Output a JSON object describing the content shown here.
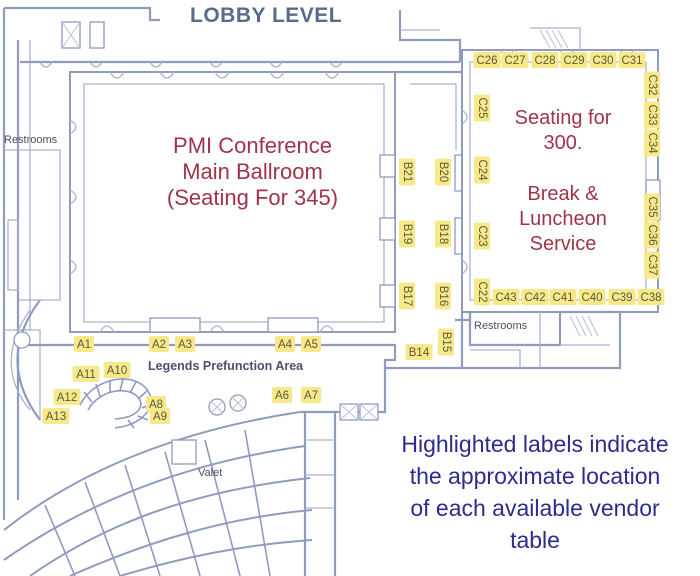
{
  "title": "LOBBY LEVEL",
  "rooms": {
    "ballroom": [
      "PMI Conference",
      "Main Ballroom",
      "(Seating For 345)"
    ],
    "seating_300": [
      "Seating for",
      "300."
    ],
    "break_service": [
      "Break &",
      "Luncheon",
      "Service"
    ],
    "restrooms_left": "Restrooms",
    "restrooms_right": "Restrooms",
    "legends_area": "Legends Prefunction Area",
    "valet": "Valet"
  },
  "note": [
    "Highlighted labels indicate",
    "the approximate location",
    "of each available vendor",
    "table"
  ],
  "highlight_color": "#f7e98a",
  "tables_horizontal": [
    "C26",
    "C27",
    "C28",
    "C29",
    "C30",
    "C31",
    "C43",
    "C42",
    "C41",
    "C40",
    "C39",
    "C38",
    "A1",
    "A2",
    "A3",
    "A4",
    "A5",
    "A6",
    "A7",
    "A8",
    "A9",
    "A10",
    "A11",
    "A12",
    "A13",
    "B14"
  ],
  "tables_vertical": [
    "C25",
    "C24",
    "C23",
    "C22",
    "C32",
    "C33",
    "C34",
    "C35",
    "C36",
    "C37",
    "B21",
    "B20",
    "B19",
    "B18",
    "B17",
    "B16",
    "B15"
  ]
}
